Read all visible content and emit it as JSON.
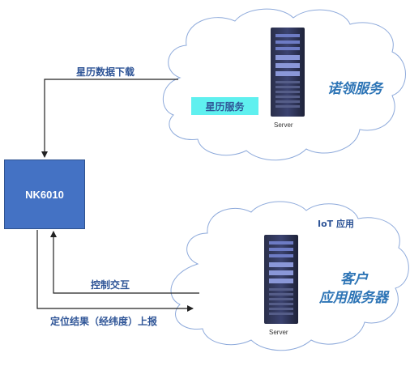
{
  "top_cloud": {
    "title": "诺领服务",
    "server_caption": "Server",
    "service_tag": "星历服务"
  },
  "bottom_cloud": {
    "iot_label": "IoT 应用",
    "title_line1": "客户",
    "title_line2": "应用服务器",
    "server_caption": "Server"
  },
  "device": {
    "name": "NK6010"
  },
  "arrows": {
    "ephemeris_download": "星历数据下载",
    "control_interaction": "控制交互",
    "position_report": "定位结果（经纬度）上报"
  },
  "colors": {
    "device_fill": "#4472c4",
    "label_blue": "#2f5597",
    "cloud_title": "#2e75b6",
    "service_tag_fill": "#5ff0ef"
  }
}
